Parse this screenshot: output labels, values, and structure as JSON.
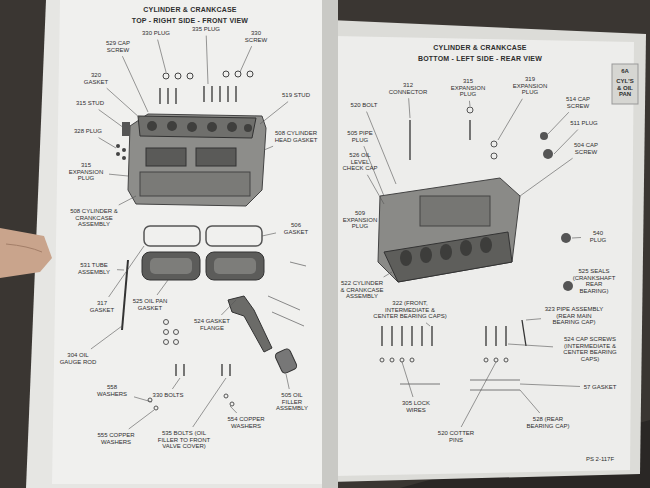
{
  "diagram": {
    "labels": [
      "CYLINDER & CRANKCASE",
      "TOP - RIGHT SIDE - FRONT VIEW",
      "529 CAP SCREW",
      "330 PLUG",
      "335 PLUG",
      "330 SCREW",
      "320 GASKET",
      "315 STUD",
      "328 PLUG",
      "315 EXPANSION PLUG",
      "508 CYLINDER & CRANKCASE ASSEMBLY",
      "519 STUD",
      "508 CYLINDER HEAD GASKET",
      "506 GASKET",
      "531 TUBE ASSEMBLY",
      "317 GASKET",
      "525 OIL PAN GASKET",
      "524 GASKET FLANGE",
      "505 OIL FILLER ASSEMBLY",
      "304 OIL GAUGE ROD",
      "558 WASHERS",
      "330 BOLTS",
      "555 COPPER WASHERS",
      "535 BOLTS (OIL FILLER TO FRONT VALVE COVER)",
      "554 COPPER WASHERS",
      "CYLINDER & CRANKCASE",
      "BOTTOM - LEFT SIDE - REAR VIEW",
      "6A",
      "CYL'S & OIL PAN",
      "312 CONNECTOR",
      "520 BOLT",
      "315 EXPANSION PLUG",
      "319 EXPANSION PLUG",
      "514 CAP SCREW",
      "511 PLUG",
      "504 CAP SCREW",
      "505 PIPE PLUG",
      "526 OIL LEVEL CHECK CAP",
      "509 EXPANSION PLUG",
      "522 CYLINDER & CRANKCASE ASSEMBLY",
      "322 (FRONT, INTERMEDIATE & CENTER BEARING CAPS)",
      "540 PLUG",
      "525 SEALS (CRANKSHAFT REAR BEARING)",
      "323 PIPE ASSEMBLY (REAR MAIN BEARING CAP)",
      "524 CAP SCREWS (INTERMEDIATE & CENTER BEARING CAPS)",
      "57 GASKET",
      "305 LOCK WIRES",
      "520 COTTER PINS",
      "528 (REAR BEARING CAP)",
      "PS 2-117F"
    ]
  }
}
